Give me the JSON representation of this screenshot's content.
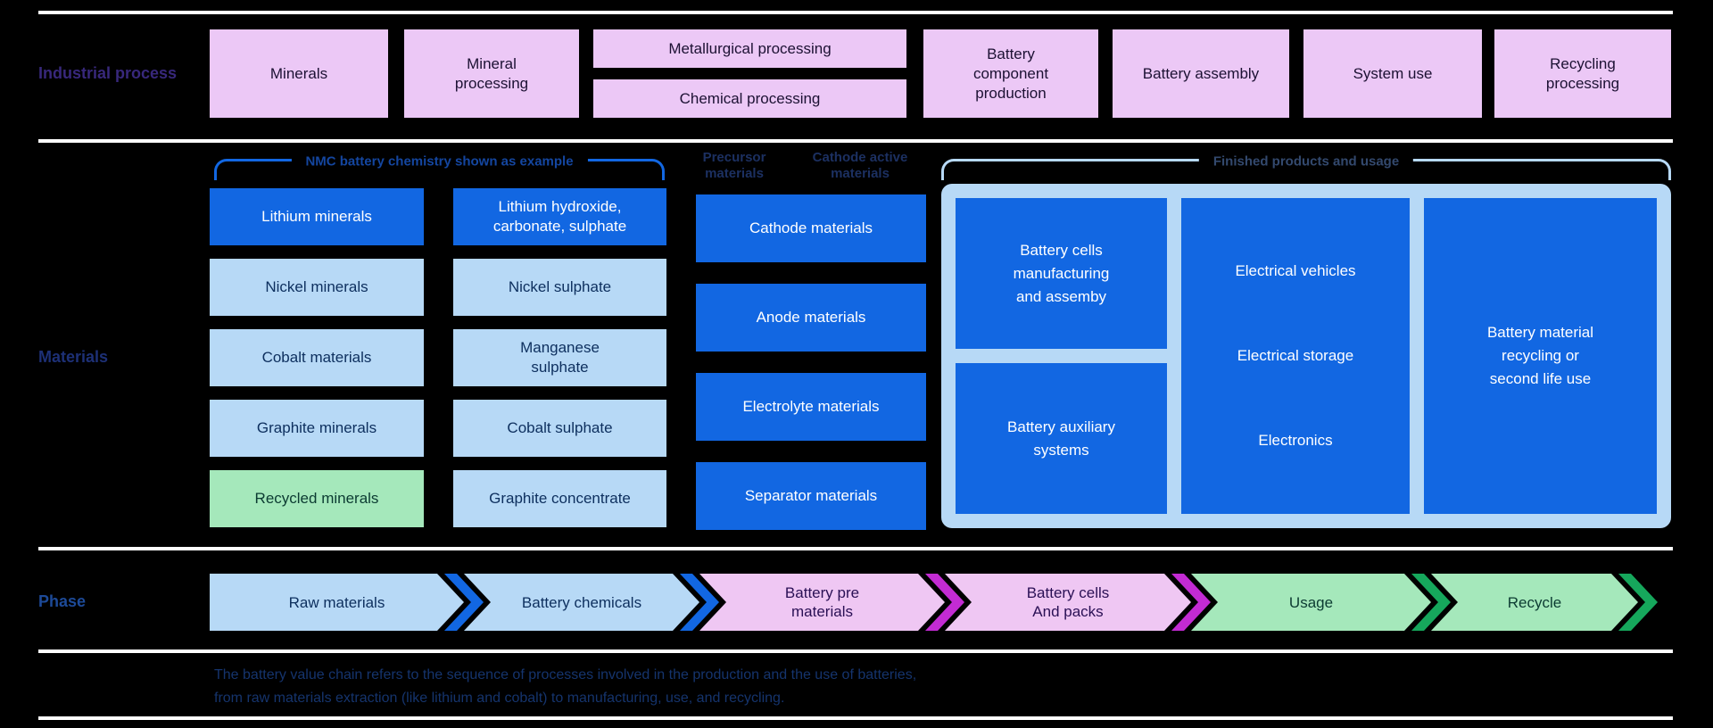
{
  "colors": {
    "divider-white": "#ffffff",
    "purple-box": "#ecc8f6",
    "box-dark-blue": "#1267e2",
    "box-light-blue": "#b7d9f6",
    "box-green": "#a5e8bb",
    "panel-light-blue": "#b7d9f6",
    "phase-pink": "#efc7f3",
    "bracket-blue": "#1267e2",
    "chevron-magenta": "#c32bd3",
    "chevron-green": "#16a75c",
    "text-dark-navy": "#0d2f5e",
    "text-dark-green": "#0c3b32",
    "text-dark-purple": "#1c1133",
    "text-dark-plum": "#2a1055",
    "label-indigo": "#38287c",
    "label-blue": "#1d3076",
    "label-blue2": "#1c3061",
    "label-phase": "#1d4a98",
    "label-nmc": "#1446a0",
    "label-slate": "#33496e",
    "footer-blue": "#15346d"
  },
  "industrial": {
    "section_label": "Industrial process",
    "boxes": {
      "minerals": "Minerals",
      "mineral_processing": "Mineral processing",
      "metallurgical_processing": "Metallurgical processing",
      "chemical_processing": "Chemical processing",
      "battery_component_production": "Battery component production",
      "battery_assembly": "Battery assembly",
      "system_use": "System use",
      "recycling_processing": "Recycling processing"
    }
  },
  "materials": {
    "section_label": "Materials",
    "nmc_group": {
      "bracket_label": "NMC battery chemistry shown as example",
      "column1": [
        "Lithium minerals",
        "Nickel minerals",
        "Cobalt materials",
        "Graphite minerals",
        "Recycled minerals"
      ],
      "column2": [
        "Lithium hydroxide, carbonate, sulphate",
        "Nickel sulphate",
        "Manganese sulphate",
        "Cobalt sulphate",
        "Graphite concentrate"
      ]
    },
    "component_column": {
      "header_precursor": "Precursor materials",
      "header_cathode_active": "Cathode active materials",
      "boxes": [
        "Cathode materials",
        "Anode materials",
        "Electrolyte materials",
        "Separator materials"
      ]
    },
    "finished_group": {
      "bracket_label": "Finished products and usage",
      "manufacturing_boxes": [
        "Battery cells manufacturing and assemby",
        "Battery auxiliary systems"
      ],
      "usage_items": [
        "Electrical vehicles",
        "Electrical storage",
        "Electronics"
      ],
      "recycling_box": "Battery material recycling or second life use"
    }
  },
  "phase": {
    "section_label": "Phase",
    "items": [
      {
        "label": "Raw materials"
      },
      {
        "label": "Battery chemicals"
      },
      {
        "label": "Battery pre materials"
      },
      {
        "label": "Battery cells And packs"
      },
      {
        "label": "Usage"
      },
      {
        "label": "Recycle"
      }
    ]
  },
  "footer": {
    "line1": "The battery value chain refers to the sequence of processes involved in the production and the use of batteries,",
    "line2": "from raw materials extraction (like lithium and cobalt) to manufacturing, use, and recycling."
  }
}
